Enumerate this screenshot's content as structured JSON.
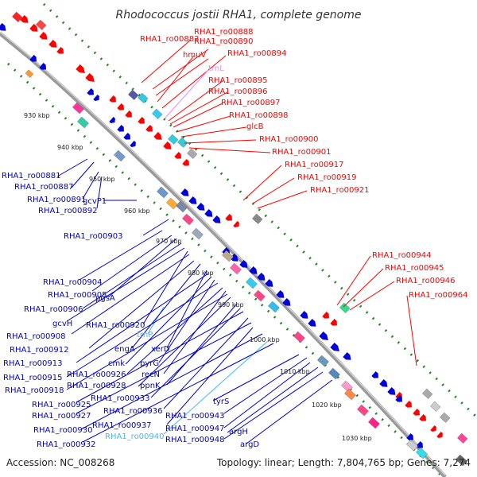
{
  "title": "Rhodococcus jostii RHA1, complete genome",
  "accession": "Accession: NC_008268",
  "topology": "Topology: linear; Length: 7,804,765 bp; Genes: 7,274",
  "colors": {
    "top_strand": "#ff0000",
    "bottom_strand": "#0000cc",
    "rna": "#66ccff",
    "pseudo": "#ee88ee",
    "backbone": "#888888",
    "dots": "#228822"
  },
  "kbp_labels": [
    "930 kbp",
    "940 kbp",
    "950 kbp",
    "960 kbp",
    "970 kbp",
    "980 kbp",
    "990 kbp",
    "1000 kbp",
    "1010 kbp",
    "1020 kbp",
    "1030 kbp"
  ],
  "top_labels": [
    {
      "text": "RHA1_ro00882",
      "color": "#ff0000"
    },
    {
      "text": "RHA1_ro00888",
      "color": "#ff0000"
    },
    {
      "text": "RHA1_ro00890",
      "color": "#ff0000"
    },
    {
      "text": "hmuV",
      "color": "#ff0000"
    },
    {
      "text": "RHA1_ro00894",
      "color": "#ff0000"
    },
    {
      "text": "trnL",
      "color": "#ee88ee"
    },
    {
      "text": "RHA1_ro00895",
      "color": "#ff0000"
    },
    {
      "text": "RHA1_ro00896",
      "color": "#ff0000"
    },
    {
      "text": "RHA1_ro00897",
      "color": "#ff0000"
    },
    {
      "text": "RHA1_ro00898",
      "color": "#ff0000"
    },
    {
      "text": "glcB",
      "color": "#ff0000"
    },
    {
      "text": "RHA1_ro00900",
      "color": "#ff0000"
    },
    {
      "text": "RHA1_ro00901",
      "color": "#ff0000"
    },
    {
      "text": "RHA1_ro00917",
      "color": "#ff0000"
    },
    {
      "text": "RHA1_ro00919",
      "color": "#ff0000"
    },
    {
      "text": "RHA1_ro00921",
      "color": "#ff0000"
    },
    {
      "text": "RHA1_ro00944",
      "color": "#ff0000"
    },
    {
      "text": "RHA1_ro00945",
      "color": "#ff0000"
    },
    {
      "text": "RHA1_ro00946",
      "color": "#ff0000"
    },
    {
      "text": "RHA1_ro00964",
      "color": "#ff0000"
    }
  ],
  "bottom_labels": [
    {
      "text": "RHA1_ro00881",
      "color": "#0000cc"
    },
    {
      "text": "RHA1_ro00887",
      "color": "#0000cc"
    },
    {
      "text": "RHA1_ro00891",
      "color": "#0000cc"
    },
    {
      "text": "RHA1_ro00892",
      "color": "#0000cc"
    },
    {
      "text": "gcvP1",
      "color": "#0000cc"
    },
    {
      "text": "RHA1_ro00903",
      "color": "#0000cc"
    },
    {
      "text": "RHA1_ro00904",
      "color": "#0000cc"
    },
    {
      "text": "RHA1_ro00905",
      "color": "#0000cc"
    },
    {
      "text": "pgsA",
      "color": "#0000cc"
    },
    {
      "text": "RHA1_ro00906",
      "color": "#0000cc"
    },
    {
      "text": "gcvH",
      "color": "#0000cc"
    },
    {
      "text": "RHA1_ro00920",
      "color": "#0000cc"
    },
    {
      "text": "RHA1_ro00908",
      "color": "#0000cc"
    },
    {
      "text": "trnP",
      "color": "#44bbee"
    },
    {
      "text": "RHA1_ro00912",
      "color": "#0000cc"
    },
    {
      "text": "engA",
      "color": "#0000cc"
    },
    {
      "text": "xerD",
      "color": "#0000cc"
    },
    {
      "text": "RHA1_ro00913",
      "color": "#0000cc"
    },
    {
      "text": "cmk",
      "color": "#0000cc"
    },
    {
      "text": "pyrG",
      "color": "#0000cc"
    },
    {
      "text": "RHA1_ro00915",
      "color": "#0000cc"
    },
    {
      "text": "RHA1_ro00926",
      "color": "#0000cc"
    },
    {
      "text": "recN",
      "color": "#0000cc"
    },
    {
      "text": "RHA1_ro00918",
      "color": "#0000cc"
    },
    {
      "text": "RHA1_ro00928",
      "color": "#0000cc"
    },
    {
      "text": "ppnK",
      "color": "#0000cc"
    },
    {
      "text": "RHA1_ro00933",
      "color": "#0000cc"
    },
    {
      "text": "RHA1_ro00925",
      "color": "#0000cc"
    },
    {
      "text": "tyrS",
      "color": "#0000cc"
    },
    {
      "text": "RHA1_ro00936",
      "color": "#0000cc"
    },
    {
      "text": "RHA1_ro00927",
      "color": "#0000cc"
    },
    {
      "text": "RHA1_ro00943",
      "color": "#0000cc"
    },
    {
      "text": "RHA1_ro00937",
      "color": "#0000cc"
    },
    {
      "text": "RHA1_ro00930",
      "color": "#0000cc"
    },
    {
      "text": "RHA1_ro00947",
      "color": "#0000cc"
    },
    {
      "text": "argH",
      "color": "#0000cc"
    },
    {
      "text": "RHA1_ro00940",
      "color": "#44bbee"
    },
    {
      "text": "RHA1_ro00948",
      "color": "#0000cc"
    },
    {
      "text": "RHA1_ro00932",
      "color": "#0000cc"
    },
    {
      "text": "argD",
      "color": "#0000cc"
    }
  ]
}
